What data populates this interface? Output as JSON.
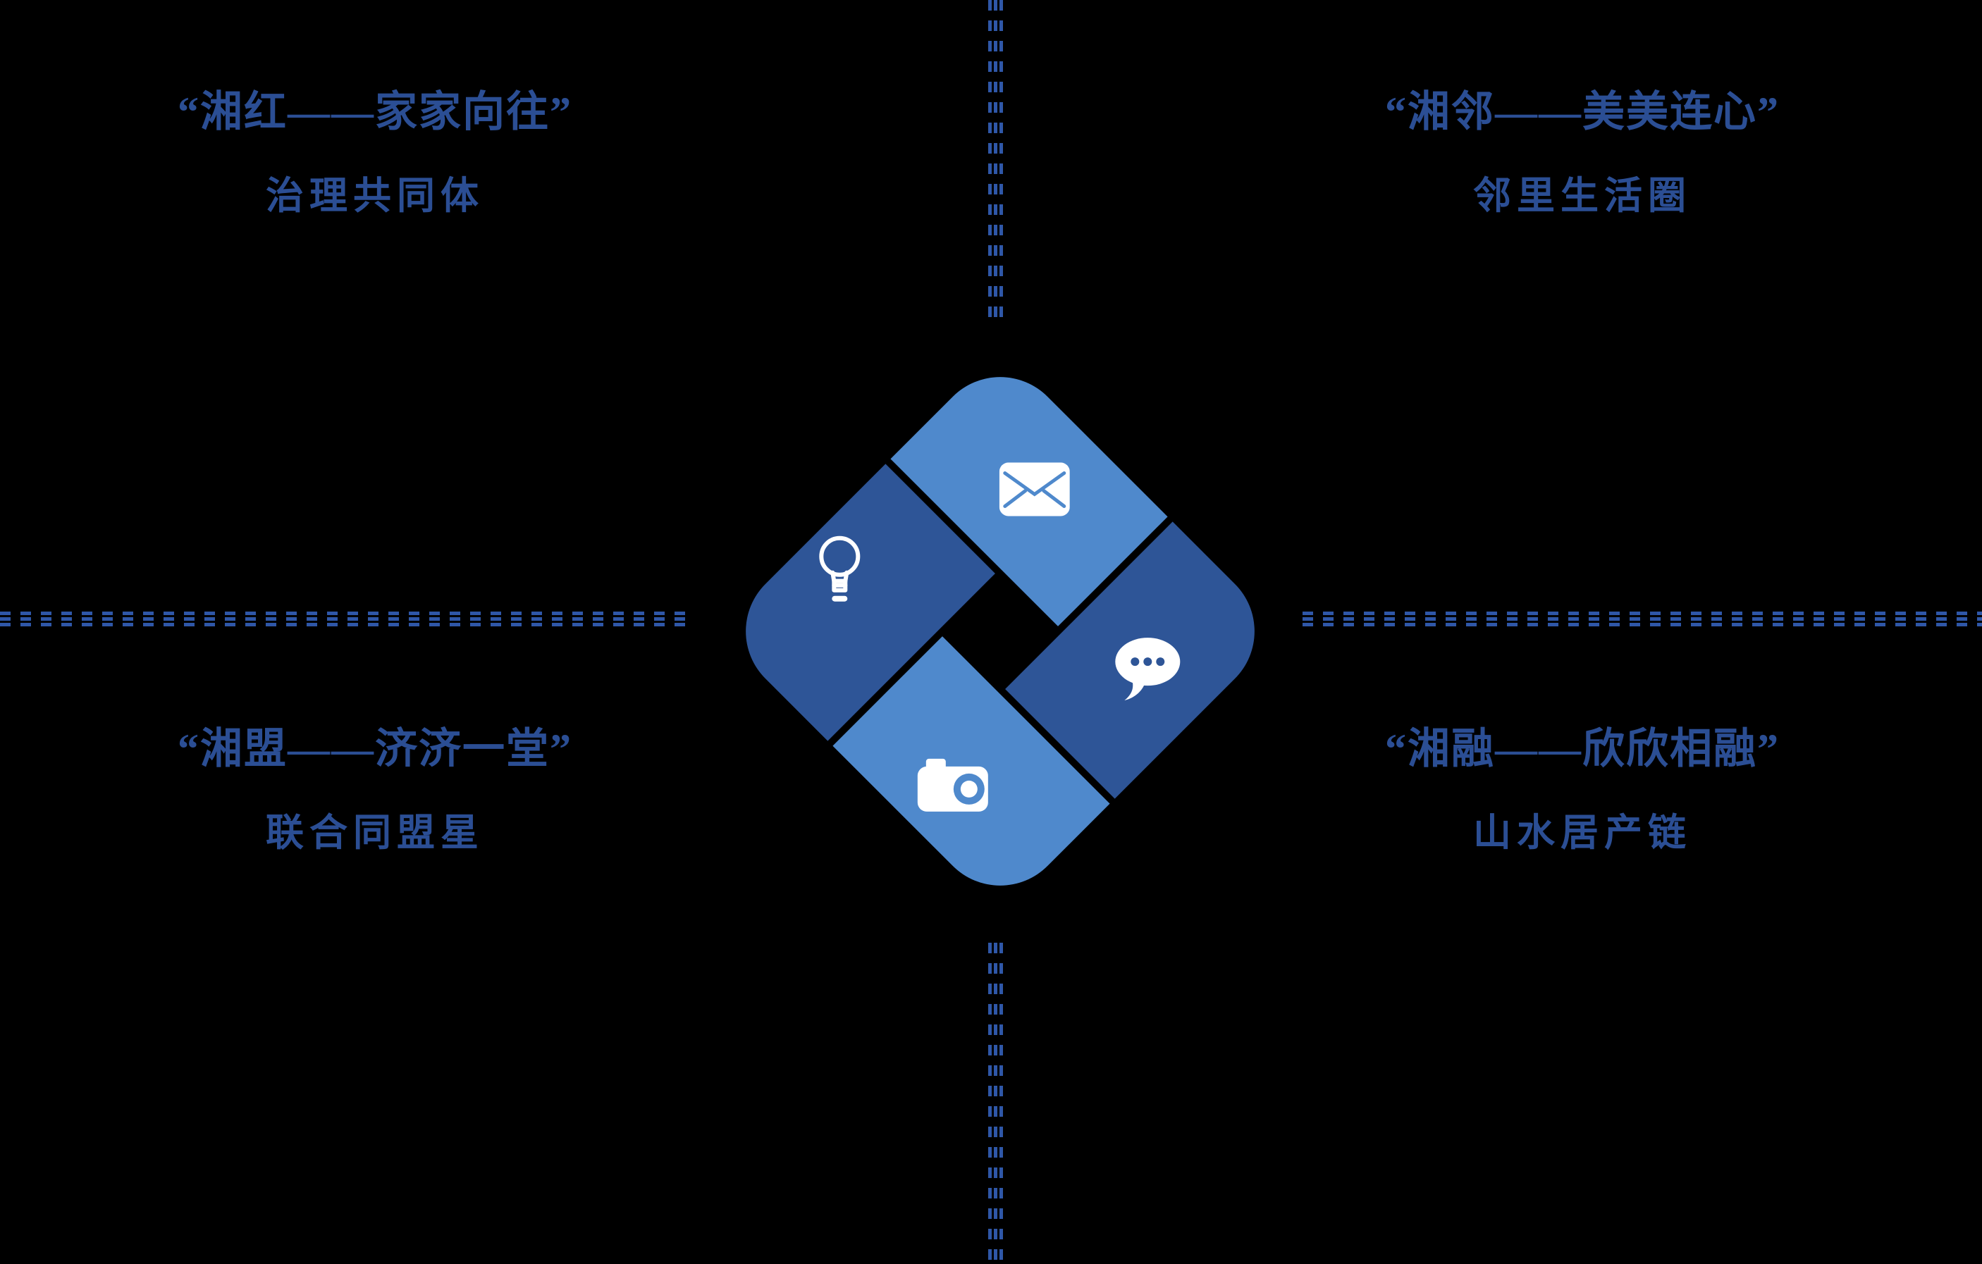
{
  "colors": {
    "background": "#000000",
    "light_block": "#4F89CC",
    "dark_block": "#2E5597",
    "dash_line": "#2F57A8",
    "text": "#2B4E94",
    "icon_white": "#FFFFFF"
  },
  "quadrants": {
    "top_left": {
      "line1": "“湘红——家家向往”",
      "line2": "治理共同体"
    },
    "top_right": {
      "line1": "“湘邻——美美连心”",
      "line2": "邻里生活圈"
    },
    "bottom_left": {
      "line1": "“湘盟——济济一堂”",
      "line2": "联合同盟星"
    },
    "bottom_right": {
      "line1": "“湘融——欣欣相融”",
      "line2": "山水居产链"
    }
  },
  "diamond": {
    "segments": [
      {
        "position": "top",
        "icon": "envelope-icon",
        "shade": "light"
      },
      {
        "position": "right",
        "icon": "speech-bubble-icon",
        "shade": "dark"
      },
      {
        "position": "bottom",
        "icon": "camera-icon",
        "shade": "light"
      },
      {
        "position": "left",
        "icon": "lightbulb-icon",
        "shade": "dark"
      }
    ]
  }
}
